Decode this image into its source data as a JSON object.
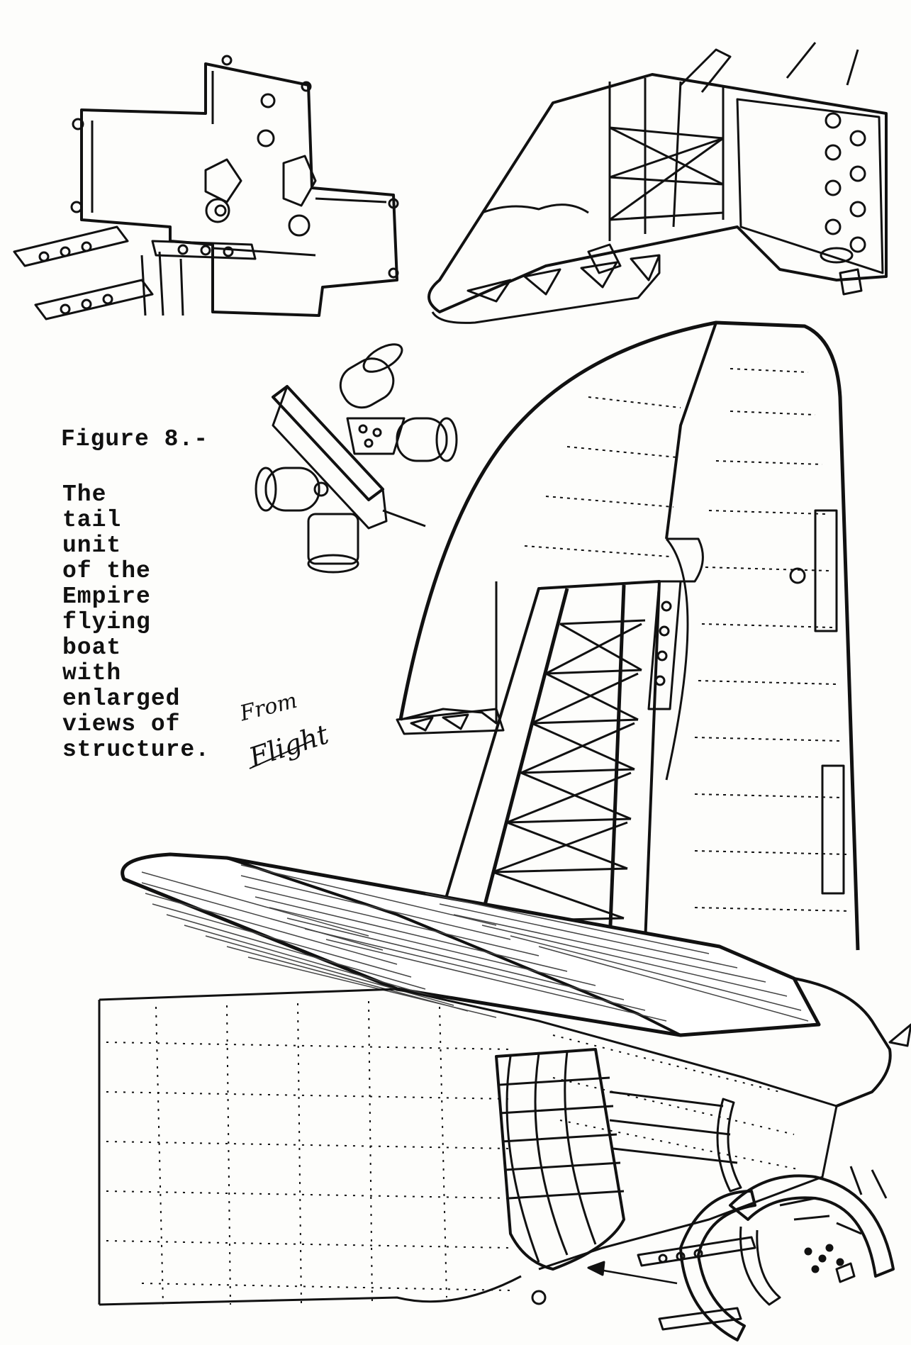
{
  "figure": {
    "title": "Figure 8.-",
    "description_lines": [
      "The",
      "tail",
      "unit",
      "of the",
      "Empire",
      "flying",
      "boat",
      "with",
      "enlarged",
      "views of",
      "structure."
    ]
  },
  "credit": {
    "from": "From",
    "source": "Flight"
  },
  "colors": {
    "ink": "#111111",
    "paper": "#fdfdfb",
    "hatch": "#444444"
  }
}
